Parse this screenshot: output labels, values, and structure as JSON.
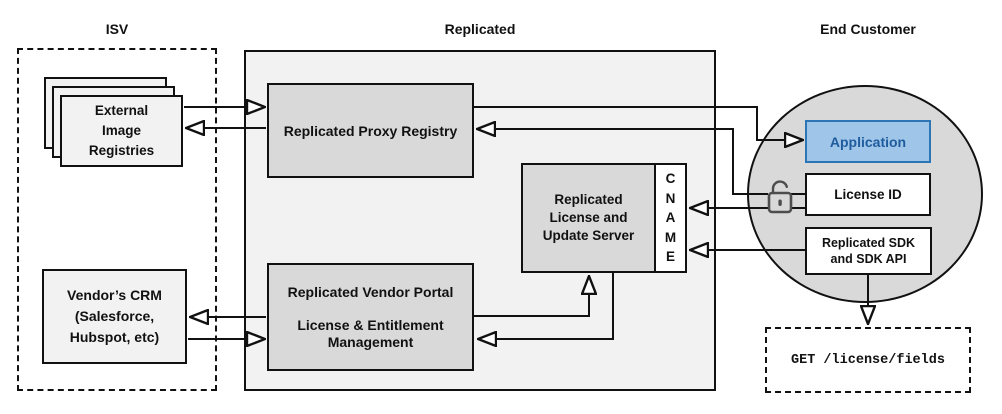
{
  "headers": {
    "isv": "ISV",
    "replicated": "Replicated",
    "end_customer": "End Customer"
  },
  "nodes": {
    "external_registries": {
      "lines": [
        "External",
        "Image",
        "Registries"
      ]
    },
    "vendor_crm": {
      "lines": [
        "Vendor’s CRM",
        "(Salesforce,",
        "Hubspot, etc)"
      ]
    },
    "proxy_registry": {
      "label": "Replicated Proxy Registry"
    },
    "license_server": {
      "lines": [
        "Replicated",
        "License and",
        "Update Server"
      ]
    },
    "cname": {
      "letters": [
        "C",
        "N",
        "A",
        "M",
        "E"
      ]
    },
    "vendor_portal": {
      "title": "Replicated Vendor Portal",
      "lines": [
        "License & Entitlement",
        "Management"
      ]
    },
    "application": {
      "label": "Application"
    },
    "license_id": {
      "label": "License ID"
    },
    "sdk": {
      "lines": [
        "Replicated SDK",
        "and SDK API"
      ]
    },
    "get_endpoint": {
      "label": "GET /license/fields"
    }
  },
  "icons": {
    "lock": "unlocked-padlock-icon",
    "arrowhead": "open-triangle-arrowhead"
  },
  "colors": {
    "line": "#111111",
    "container_fill": "#f2f2f2",
    "node_fill": "#d9d9d9",
    "circle_fill": "#d9d9d9",
    "application_fill": "#9fc5e8",
    "application_border": "#2e75b6",
    "application_text": "#1f5c9e",
    "lock_icon": "#4d4d4d"
  }
}
